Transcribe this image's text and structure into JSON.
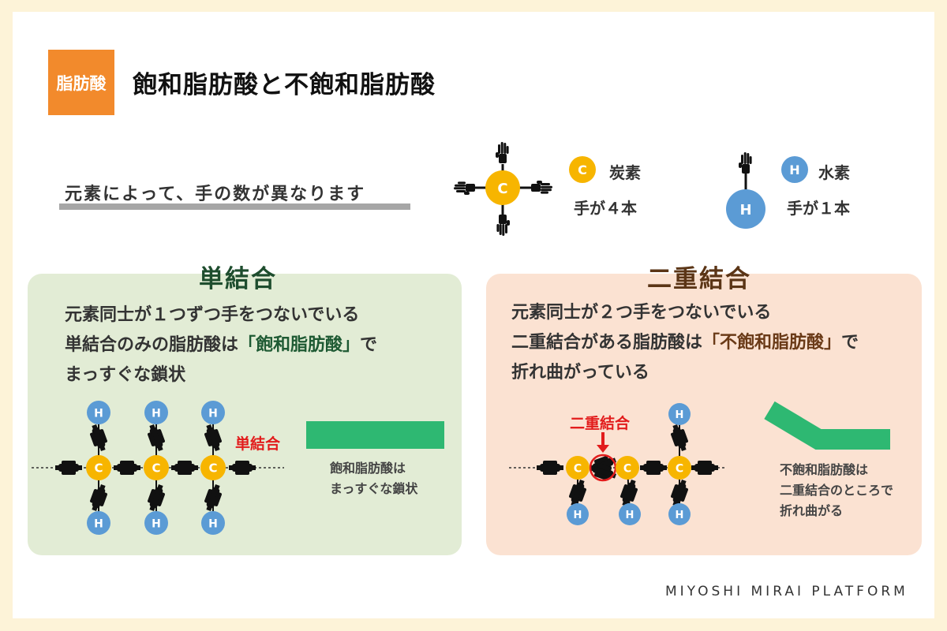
{
  "header": {
    "tag": "脂肪酸",
    "title": "飽和脂肪酸と不飽和脂肪酸"
  },
  "intro": "元素によって、手の数が異なります",
  "legend": {
    "carbon": {
      "symbol": "C",
      "name": "炭素",
      "hands": "手が４本"
    },
    "hydrogen": {
      "symbol": "H",
      "name": "水素",
      "hands": "手が１本"
    }
  },
  "single": {
    "title": "単結合",
    "line1": "元素同士が１つずつ手をつないでいる",
    "line2_pre": "単結合のみの脂肪酸は",
    "line2_hl": "「飽和脂肪酸」",
    "line2_post": "で",
    "line3": "まっすぐな鎖状",
    "bond_label": "単結合",
    "caption1": "飽和脂肪酸は",
    "caption2": "まっすぐな鎖状"
  },
  "double": {
    "title": "二重結合",
    "line1": "元素同士が２つ手をつないでいる",
    "line2_pre": "二重結合がある脂肪酸は",
    "line2_hl": "「不飽和脂肪酸」",
    "line2_post": "で",
    "line3": "折れ曲がっている",
    "bond_label": "二重結合",
    "caption1": "不飽和脂肪酸は",
    "caption2": "二重結合のところで",
    "caption3": "折れ曲がる"
  },
  "footer": "MIYOSHI MIRAI PLATFORM",
  "colors": {
    "carbon": "#f7b500",
    "hydrogen": "#5b9bd5",
    "chain": "#2eb872",
    "orange": "#f28a2c",
    "red": "#e21c1c"
  }
}
